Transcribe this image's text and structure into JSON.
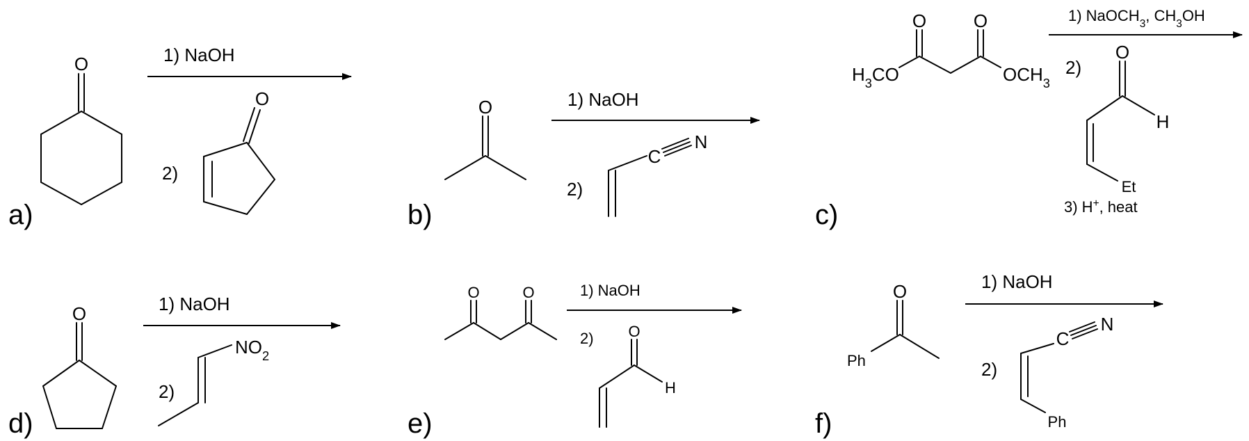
{
  "reactions": [
    {
      "id": "a",
      "label": "a)",
      "step1": "1) NaOH",
      "step2": "2)",
      "start_atoms": [
        "O"
      ],
      "reagent_atoms": [
        "O"
      ]
    },
    {
      "id": "b",
      "label": "b)",
      "step1": "1) NaOH",
      "step2": "2)",
      "start_atoms": [
        "O"
      ],
      "reagent_atoms": [
        "C",
        "N"
      ]
    },
    {
      "id": "c",
      "label": "c)",
      "step1": "1) NaOCH3, CH3OH",
      "step2": "2)",
      "step3": "3) H+, heat",
      "start_atoms": [
        "O",
        "O",
        "H3CO",
        "OCH3"
      ],
      "reagent_atoms": [
        "O",
        "H",
        "Et"
      ]
    },
    {
      "id": "d",
      "label": "d)",
      "step1": "1) NaOH",
      "step2": "2)",
      "start_atoms": [
        "O"
      ],
      "reagent_atoms": [
        "NO2"
      ]
    },
    {
      "id": "e",
      "label": "e)",
      "step1": "1) NaOH",
      "step2": "2)",
      "start_atoms": [
        "O",
        "O"
      ],
      "reagent_atoms": [
        "O",
        "H"
      ]
    },
    {
      "id": "f",
      "label": "f)",
      "step1": "1) NaOH",
      "step2": "2)",
      "start_atoms": [
        "O",
        "Ph"
      ],
      "reagent_atoms": [
        "C",
        "N",
        "Ph"
      ]
    }
  ]
}
